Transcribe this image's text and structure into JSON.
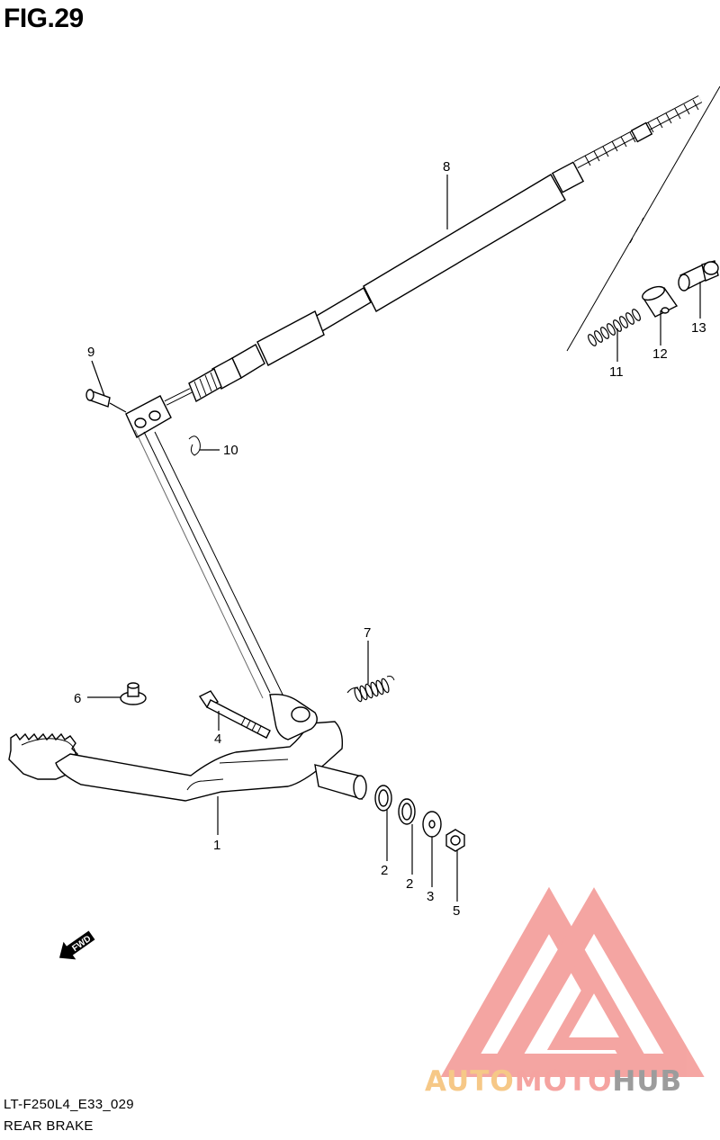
{
  "figure": {
    "title": "FIG.29",
    "code": "LT-F250L4_E33_029",
    "section": "REAR BRAKE"
  },
  "callouts": [
    "1",
    "2",
    "2",
    "3",
    "4",
    "5",
    "6",
    "7",
    "8",
    "9",
    "10",
    "11",
    "12",
    "13"
  ],
  "fwd_arrow": {
    "text": "FWD",
    "icon": "fwd-arrow-icon"
  },
  "watermark": {
    "parts": [
      "AUTO",
      "MOTO",
      "HUB"
    ],
    "colors": {
      "auto": "#f6c887",
      "moto": "#f5a3a0",
      "hub": "#9c9c9c",
      "logo": "#f4a19e"
    }
  }
}
